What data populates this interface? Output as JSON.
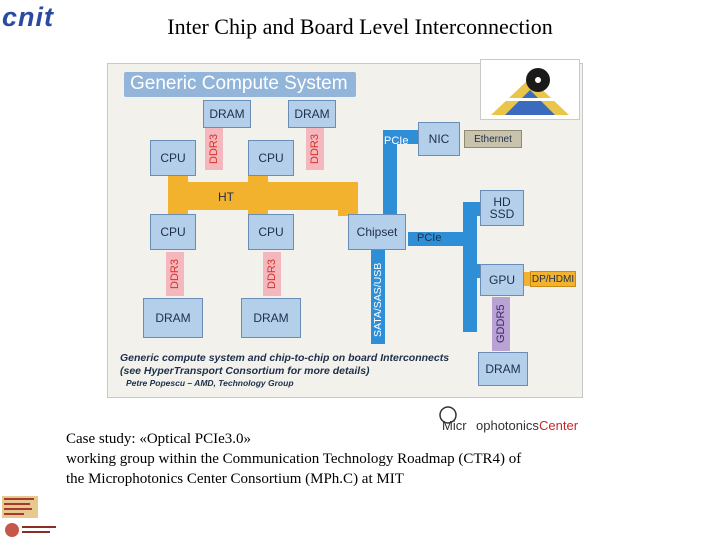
{
  "header": {
    "logo_text": "cnit",
    "title": "Inter Chip and Board Level Interconnection"
  },
  "diagram": {
    "title": "Generic Compute System",
    "dram_top_left": "DRAM",
    "dram_top_right": "DRAM",
    "ddr3_top_left": "DDR3",
    "ddr3_top_right": "DDR3",
    "cpu_1": "CPU",
    "cpu_2": "CPU",
    "cpu_3": "CPU",
    "cpu_4": "CPU",
    "ht_label": "HT",
    "pcie_label_1": "PCIe",
    "pcie_label_2": "PCIe",
    "nic": "NIC",
    "ethernet": "Ethernet",
    "hd_ssd_line1": "HD",
    "hd_ssd_line2": "SSD",
    "chipset": "Chipset",
    "gpu": "GPU",
    "dp_hdmi": "DP/HDMI",
    "gddr5": "GDDR5",
    "ddr3_bottom_left": "DDR3",
    "ddr3_bottom_right": "DDR3",
    "sata": "SATA/SAS/USB",
    "dram_bottom_left": "DRAM",
    "dram_bottom_right": "DRAM",
    "dram_gpu": "DRAM",
    "caption_line1": "Generic compute system and chip-to-chip on board Interconnects",
    "caption_line2": "(see HyperTransport Consortium for more details)",
    "caption_credit": "Petre Popescu – AMD, Technology Group"
  },
  "case_study": {
    "line1": "Case study: «Optical PCIe3.0»",
    "line2": "working group within the Communication Technology Roadmap (CTR4) of",
    "line3": "the Microphotonics Center Consortium (MPh.C) at MIT"
  },
  "logos": {
    "mph_text": "MicrophotonicsCenter"
  },
  "colors": {
    "ht_orange": "#f3b22d",
    "pcie_blue": "#2e8fd7",
    "box_blue": "#b4cfe9",
    "ddr_pink": "#f4b7bd",
    "gddr_purple": "#b9a3d4",
    "logo_blue": "#2b4aa0"
  }
}
